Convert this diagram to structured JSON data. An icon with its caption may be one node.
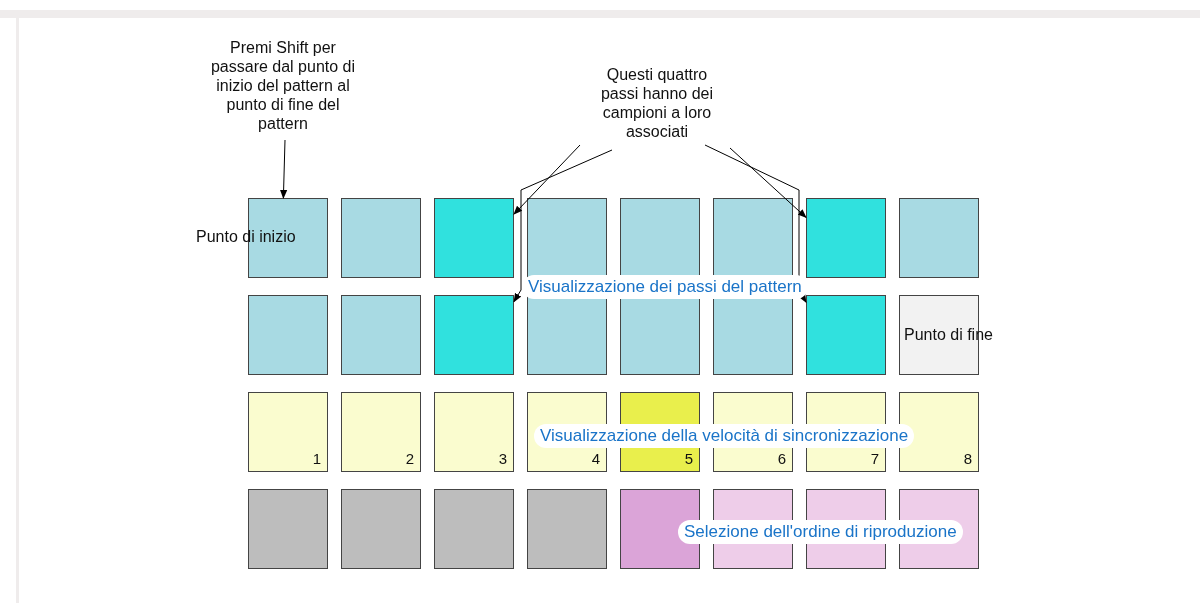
{
  "diagram": {
    "nodes": [
      {
        "text": [],
        "shape": "box",
        "beside": [
          "Punto di inizio"
        ]
      },
      {
        "text": [],
        "shape": "box"
      },
      {
        "text": [],
        "shape": "box"
      },
      {
        "text": [],
        "shape": "box"
      },
      {
        "text": [],
        "shape": "box"
      },
      {
        "text": [],
        "shape": "box"
      },
      {
        "text": [],
        "shape": "box"
      },
      {
        "text": [],
        "shape": "box"
      },
      {
        "text": [],
        "shape": "box"
      },
      {
        "text": [],
        "shape": "box"
      },
      {
        "text": [],
        "shape": "box"
      },
      {
        "text": [],
        "shape": "box"
      },
      {
        "text": [],
        "shape": "box"
      },
      {
        "text": [],
        "shape": "box"
      },
      {
        "text": [],
        "shape": "box"
      },
      {
        "text": [
          "Punto di fine"
        ]
      },
      {
        "text": [
          "1"
        ]
      },
      {
        "text": [
          "2"
        ]
      },
      {
        "text": [
          "3"
        ]
      },
      {
        "text": [
          "4"
        ]
      },
      {
        "text": [
          "5"
        ]
      },
      {
        "text": [
          "6"
        ]
      },
      {
        "text": [
          "7"
        ]
      },
      {
        "text": [
          "8"
        ]
      },
      {
        "text": [],
        "shape": "box"
      },
      {
        "text": [],
        "shape": "box"
      },
      {
        "text": [],
        "shape": "box"
      },
      {
        "text": [],
        "shape": "box"
      },
      {
        "text": [],
        "shape": "box"
      },
      {
        "text": [],
        "shape": "box"
      },
      {
        "text": [],
        "shape": "box"
      },
      {
        "text": [],
        "shape": "box"
      },
      {
        "text": [
          "Premi Shift per passare dal punto di inizio del pattern al punto di fine del pattern"
        ]
      },
      {
        "text": [
          "Questi quattro passi hanno dei campioni a loro associati"
        ]
      }
    ],
    "edges": [
      {
        "from": 32,
        "to": 0,
        "arrow": "to"
      },
      {
        "from": 33,
        "to": 2,
        "arrow": "to"
      },
      {
        "from": 33,
        "to": 10,
        "arrow": "to"
      },
      {
        "from": 33,
        "to": 6,
        "arrow": "to"
      },
      {
        "from": 33,
        "to": 14,
        "arrow": "to"
      }
    ],
    "labels": [
      "Visualizzazione dei passi del pattern",
      "Visualizzazione della velocità di sincronizzazione",
      "Selezione dell'ordine di riproduzione"
    ]
  }
}
